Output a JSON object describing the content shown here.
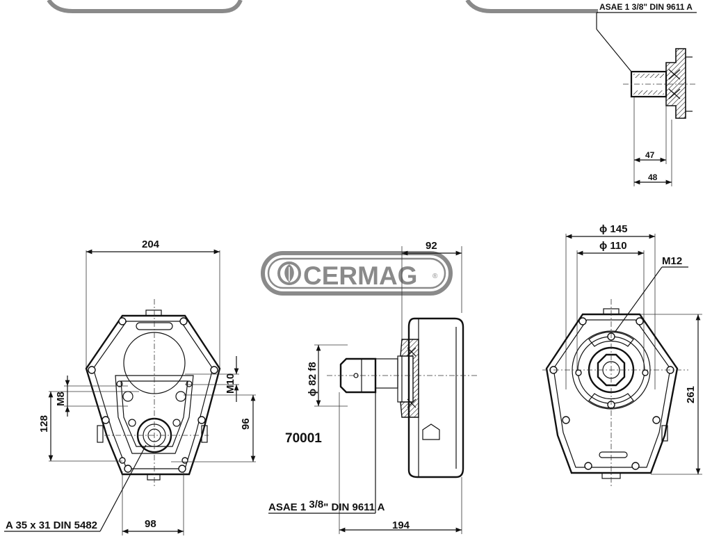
{
  "logo": {
    "brand": "CERMAG",
    "registered": "®",
    "color": "#8a8a8a"
  },
  "model_number": "70001",
  "top_detail": {
    "callout": "ASAE 1 3/8\" DIN 9611 A",
    "dims": {
      "inner": "47",
      "outer": "48"
    }
  },
  "front_view": {
    "dims": {
      "width": "204",
      "height": "128",
      "offset": "96",
      "bottom": "98"
    },
    "labels": {
      "m8": "M8",
      "m10": "M10"
    },
    "spline_callout": "A 35 x 31 DIN 5482"
  },
  "side_view": {
    "dims": {
      "top": "92",
      "shaft_diameter": "ϕ 82 f8",
      "length": "194"
    },
    "shaft_callout": {
      "main": "ASAE 1 ",
      "fraction": "3/8",
      "rest": "\" DIN 9611 A"
    }
  },
  "rear_view": {
    "dims": {
      "outer_diameter": "ϕ 145",
      "inner_diameter": "ϕ 110",
      "height": "261"
    },
    "labels": {
      "m12": "M12"
    }
  }
}
